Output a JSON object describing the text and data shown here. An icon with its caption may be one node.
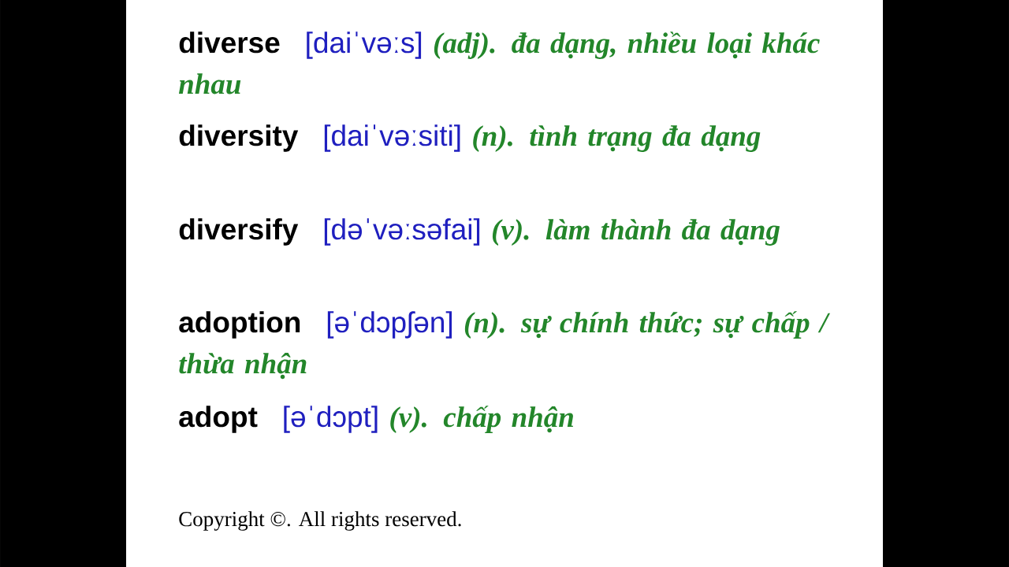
{
  "diagram": {
    "labels": [
      "diverse",
      "[daiˈvəːs]",
      "(adj). đa dạng, nhiều loại khác nhau",
      "diversity",
      "[daiˈvəːsiti]",
      "(n). tình trạng đa dạng",
      "diversify",
      "[dəˈvəːsəfai]",
      "(v). làm thành đa dạng",
      "adoption",
      "[əˈdɔpʃən]",
      "(n). sự chính thức; sự chấp / thừa nhận",
      "adopt",
      "[əˈdɔpt]",
      "(v). chấp nhận",
      "Copyright ©. All rights reserved."
    ]
  }
}
